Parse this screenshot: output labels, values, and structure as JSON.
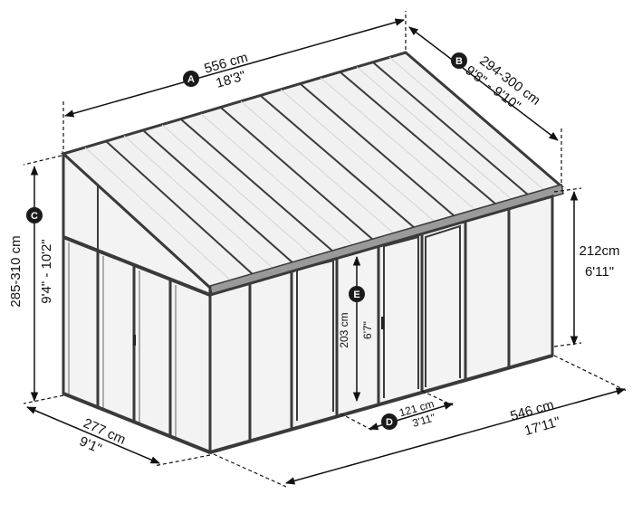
{
  "colors": {
    "frame": "#3a3a3a",
    "panel": "#f3f3f3",
    "roof": "#f1f1f1",
    "badge": "#1a1a1a",
    "line": "#111111"
  },
  "dims": {
    "A": {
      "badge": "A",
      "metric": "556 cm",
      "imperial": "18'3\""
    },
    "B": {
      "badge": "B",
      "metric": "294-300 cm",
      "imperial": "9'8\" - 9'10\""
    },
    "C": {
      "badge": "C",
      "metric": "285-310 cm",
      "imperial": "9'4\" - 10'2\""
    },
    "D": {
      "badge": "D",
      "metric": "121 cm",
      "imperial": "3'11\""
    },
    "E": {
      "badge": "E",
      "metric": "203 cm",
      "imperial": "6'7\""
    },
    "right_height": {
      "metric": "212cm",
      "imperial": "6'11\""
    },
    "front_length": {
      "metric": "546 cm",
      "imperial": "17'11\""
    },
    "side_depth": {
      "metric": "277 cm",
      "imperial": "9'1\""
    }
  }
}
